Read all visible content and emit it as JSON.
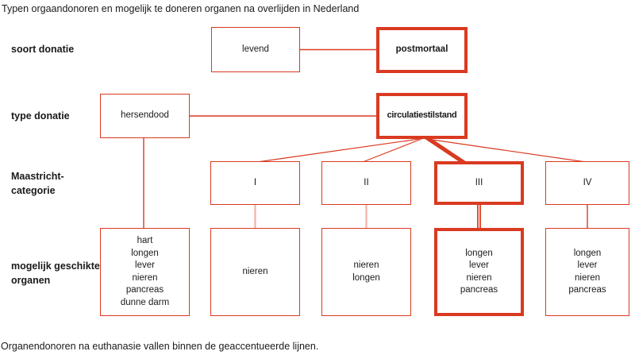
{
  "title": "Typen orgaandonoren en mogelijk te doneren organen na overlijden in Nederland",
  "footer": "Organendonoren na euthanasie vallen binnen de geaccentueerde lijnen.",
  "colors": {
    "accent": "#d93a21",
    "accent_light": "#f2b2a8",
    "text": "#1a1a1a",
    "background": "#ffffff"
  },
  "row_labels": {
    "soort_donatie": "soort donatie",
    "type_donatie": "type donatie",
    "maastricht_line1": "Maastricht-",
    "maastricht_line2": "categorie",
    "organen_line1": "mogelijk geschikte",
    "organen_line2": "organen"
  },
  "boxes": {
    "levend": "levend",
    "postmortaal": "postmortaal",
    "hersendood": "hersendood",
    "circulatiestilstand": "circulatiestilstand",
    "cat_i": "I",
    "cat_ii": "II",
    "cat_iii": "III",
    "cat_iv": "IV",
    "organs_hersendood": [
      "hart",
      "longen",
      "lever",
      "nieren",
      "pancreas",
      "dunne darm"
    ],
    "organs_i": [
      "nieren"
    ],
    "organs_ii": [
      "nieren",
      "longen"
    ],
    "organs_iii": [
      "longen",
      "lever",
      "nieren",
      "pancreas"
    ],
    "organs_iv": [
      "longen",
      "lever",
      "nieren",
      "pancreas"
    ]
  }
}
